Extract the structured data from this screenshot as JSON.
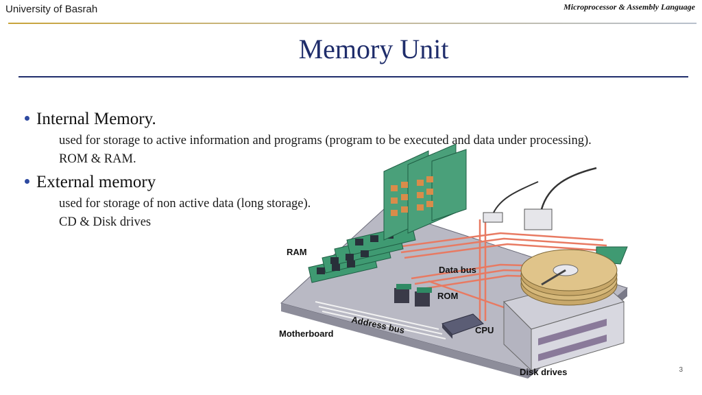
{
  "header": {
    "institution": "University of Basrah",
    "course": "Microprocessor & Assembly Language"
  },
  "title": "Memory Unit",
  "bullets": [
    {
      "heading": "Internal Memory.",
      "lines": [
        "used for storage to active information and programs (program to be executed and data under processing).",
        "ROM & RAM."
      ]
    },
    {
      "heading": "External memory",
      "lines": [
        "used for storage of non active data (long storage).",
        "CD & Disk drives"
      ]
    }
  ],
  "figure": {
    "labels": {
      "ram": "RAM",
      "data_bus": "Data bus",
      "rom": "ROM",
      "address_bus": "Address bus",
      "cpu": "CPU",
      "motherboard": "Motherboard",
      "disk_drives": "Disk drives"
    }
  },
  "page_number": "3"
}
